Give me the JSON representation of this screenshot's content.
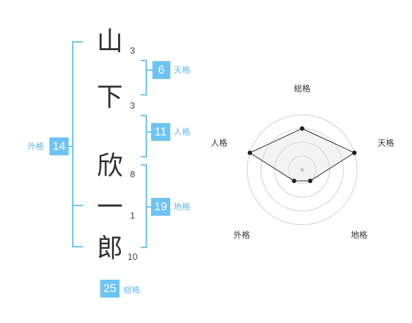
{
  "name_chars": [
    {
      "char": "山",
      "strokes": "3"
    },
    {
      "char": "下",
      "strokes": "3"
    },
    {
      "char": "欣",
      "strokes": "8"
    },
    {
      "char": "一",
      "strokes": "1"
    },
    {
      "char": "郎",
      "strokes": "10"
    }
  ],
  "kakusu": {
    "tenkaku": {
      "value": "6",
      "label": "天格"
    },
    "jinkaku": {
      "value": "11",
      "label": "人格"
    },
    "chikaku": {
      "value": "19",
      "label": "地格"
    },
    "gaikaku": {
      "value": "14",
      "label": "外格"
    },
    "soukaku": {
      "value": "25",
      "label": "総格"
    }
  },
  "colors": {
    "accent": "#6ec3f5",
    "text": "#333333"
  },
  "chart_data": {
    "type": "radar",
    "categories": [
      "総格",
      "天格",
      "地格",
      "外格",
      "人格"
    ],
    "values": [
      3,
      4,
      1,
      1,
      4
    ],
    "max": 4
  }
}
